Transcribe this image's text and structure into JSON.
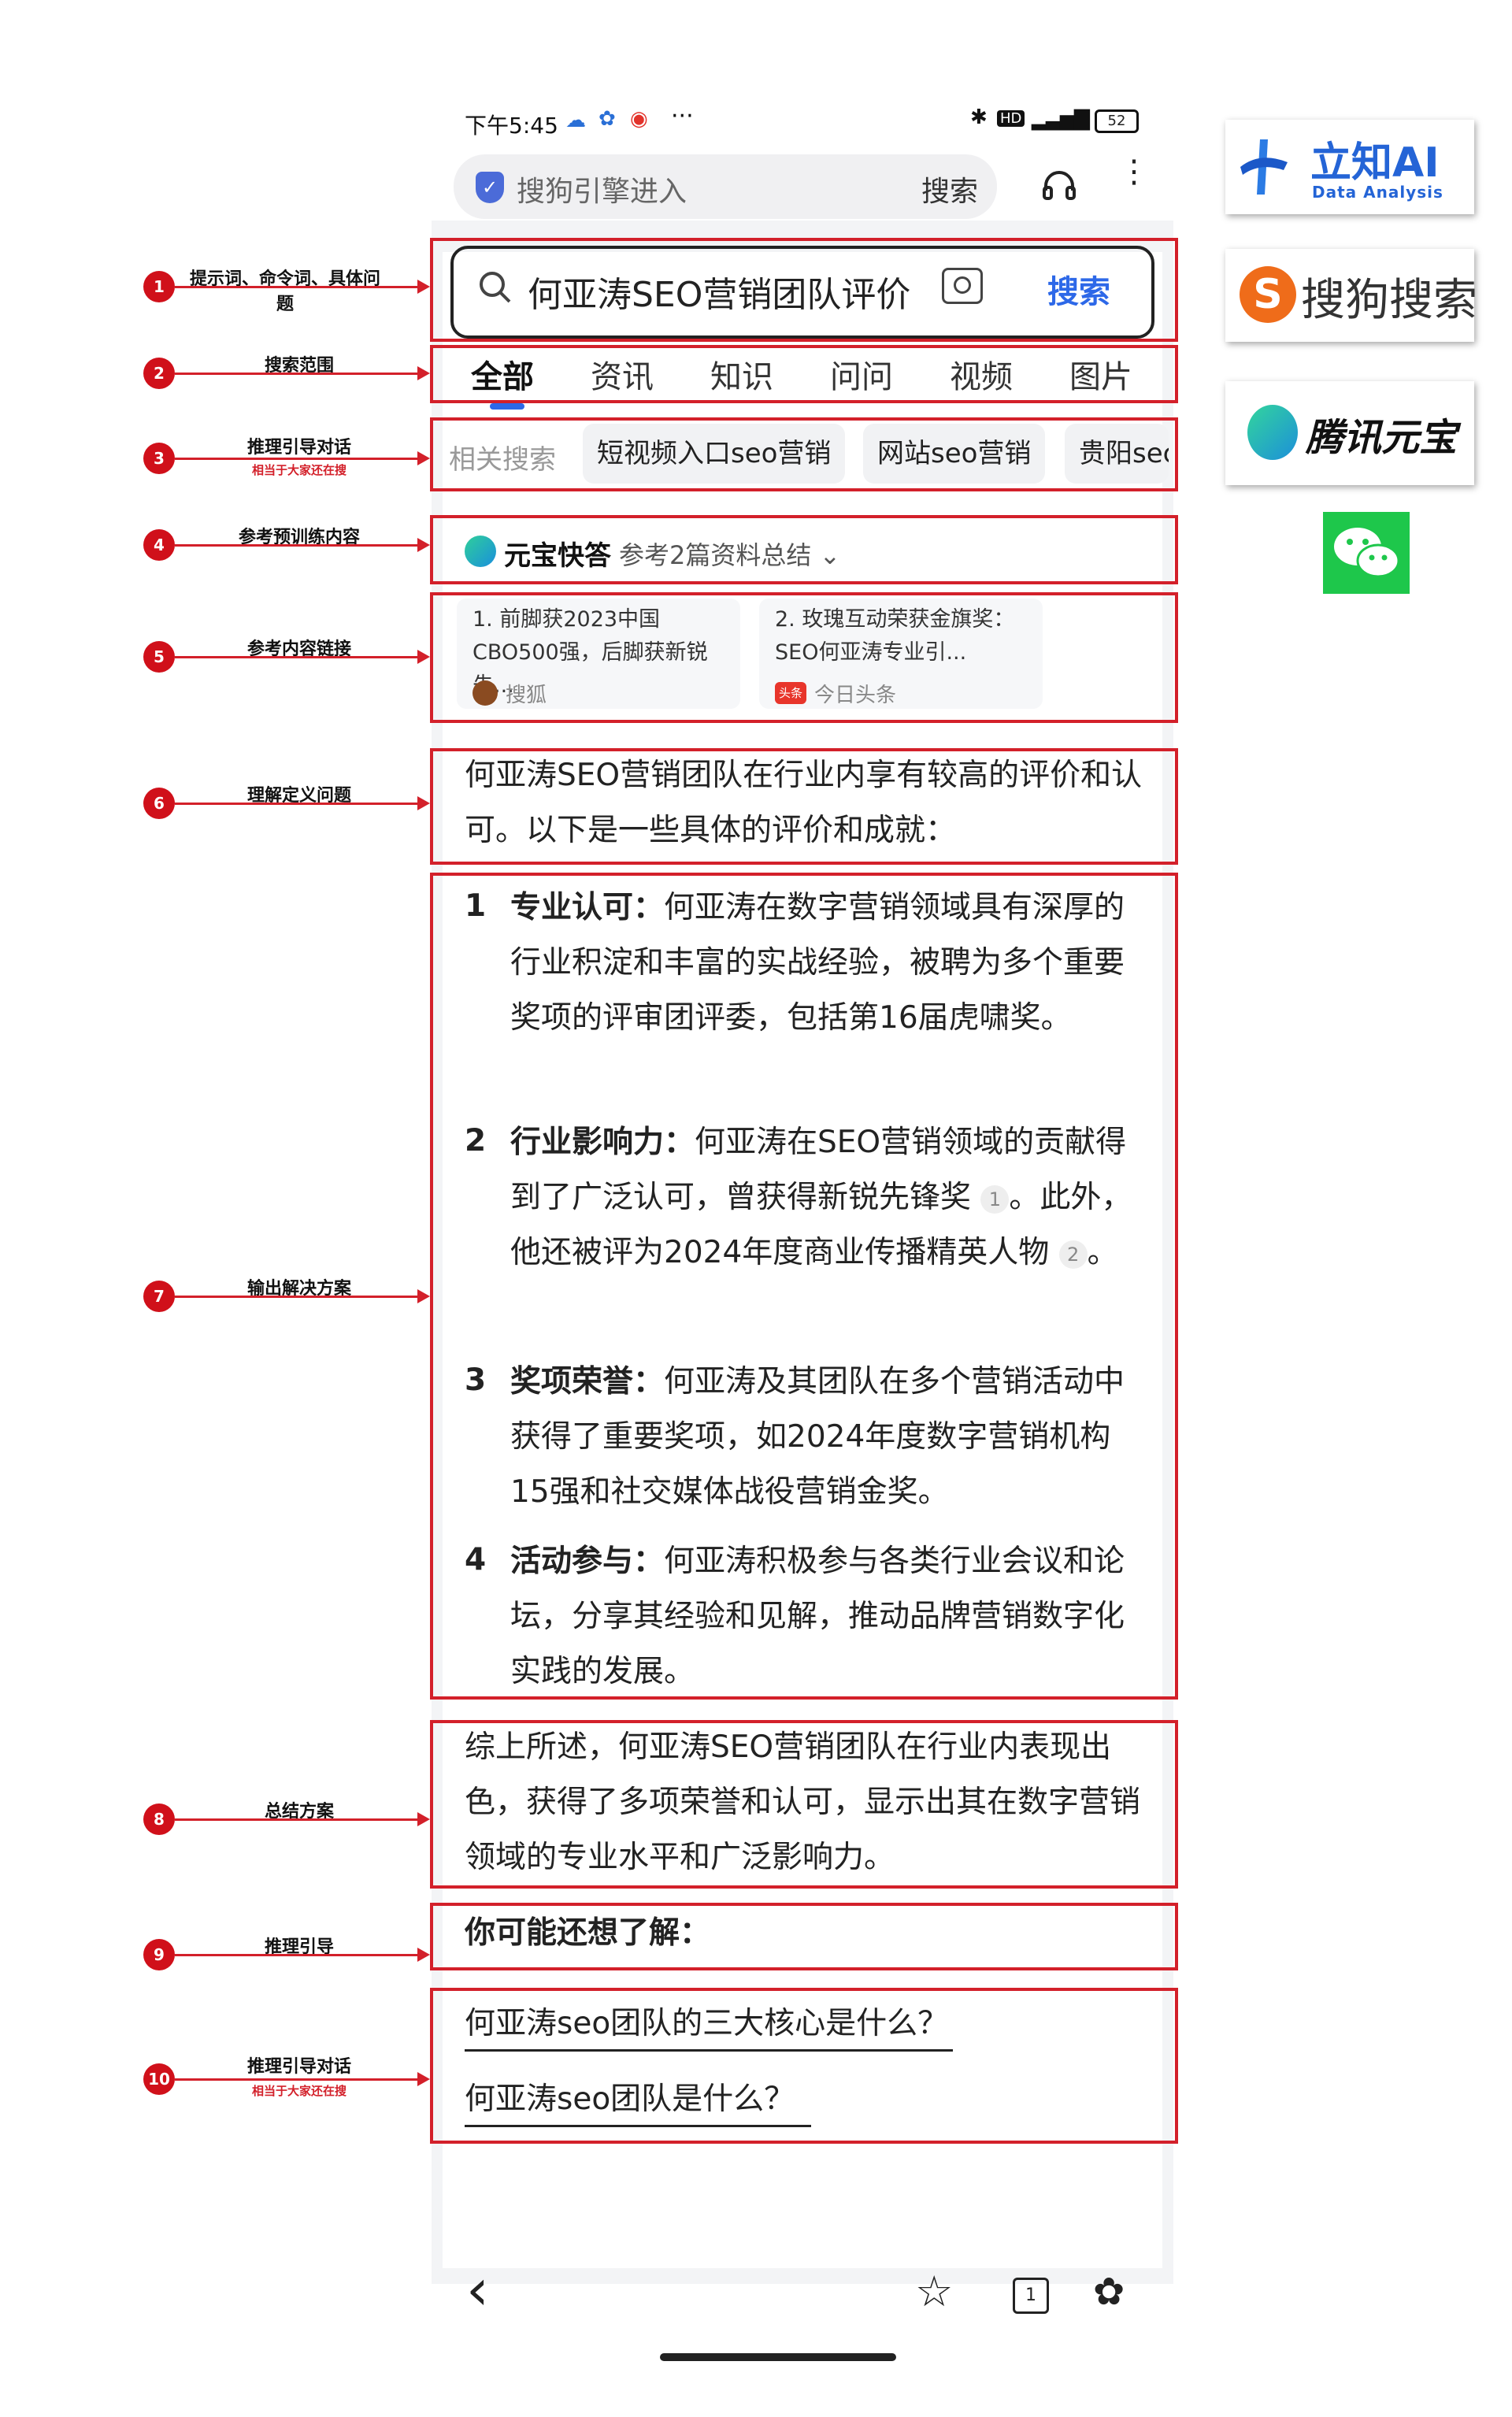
{
  "status_bar": {
    "time": "下午5:45",
    "dots": "···",
    "right_icons": "HD 5G",
    "battery": "52"
  },
  "url_bar": {
    "text": "搜狗引擎进入",
    "search": "搜索",
    "more": "⋮"
  },
  "search": {
    "query": "何亚涛SEO营销团队评价",
    "button": "搜索"
  },
  "tabs": [
    "全部",
    "资讯",
    "知识",
    "问问",
    "视频",
    "图片"
  ],
  "related": {
    "label": "相关搜索",
    "chips": [
      "短视频入口seo营销",
      "网站seo营销",
      "贵阳sec"
    ]
  },
  "yuanbao": {
    "name": "元宝快答",
    "ref": "参考2篇资料总结 ⌄"
  },
  "refs": [
    {
      "title": "1. 前脚获2023中国CBO500强，后脚获新锐先...",
      "source": "搜狐"
    },
    {
      "title": "2. 玫瑰互动荣获金旗奖：SEO何亚涛专业引...",
      "source": "今日头条",
      "badge": "头条"
    }
  ],
  "answer": {
    "intro": "何亚涛SEO营销团队在行业内享有较高的评价和认可。以下是一些具体的评价和成就：",
    "items": [
      {
        "num": "1",
        "title": "专业认可：",
        "text": "何亚涛在数字营销领域具有深厚的行业积淀和丰富的实战经验，被聘为多个重要奖项的评审团评委，包括第16届虎啸奖。"
      },
      {
        "num": "2",
        "title": "行业影响力：",
        "text_a": "何亚涛在SEO营销领域的贡献得到了广泛认可，曾获得新锐先锋奖",
        "cite_a": "1",
        "text_b": "。此外，他还被评为2024年度商业传播精英人物",
        "cite_b": "2",
        "text_c": "。"
      },
      {
        "num": "3",
        "title": "奖项荣誉：",
        "text": "何亚涛及其团队在多个营销活动中获得了重要奖项，如2024年度数字营销机构15强和社交媒体战役营销金奖。"
      },
      {
        "num": "4",
        "title": "活动参与：",
        "text": "何亚涛积极参与各类行业会议和论坛，分享其经验和见解，推动品牌营销数字化实践的发展。"
      }
    ],
    "summary": "综上所述，何亚涛SEO营销团队在行业内表现出色，获得了多项荣誉和认可，显示出其在数字营销领域的专业水平和广泛影响力。",
    "more_title": "你可能还想了解：",
    "questions": [
      "何亚涛seo团队的三大核心是什么？",
      "何亚涛seo团队是什么？"
    ]
  },
  "bottom_bar": {
    "back": "‹",
    "star": "☆",
    "tabs_count": "1"
  },
  "annotations": [
    {
      "num": "1",
      "label": "提示词、命令词、具体问题"
    },
    {
      "num": "2",
      "label": "搜索范围"
    },
    {
      "num": "3",
      "label": "推理引导对话",
      "sub": "相当于大家还在搜"
    },
    {
      "num": "4",
      "label": "参考预训练内容"
    },
    {
      "num": "5",
      "label": "参考内容链接"
    },
    {
      "num": "6",
      "label": "理解定义问题"
    },
    {
      "num": "7",
      "label": "输出解决方案"
    },
    {
      "num": "8",
      "label": "总结方案"
    },
    {
      "num": "9",
      "label": "推理引导"
    },
    {
      "num": "10",
      "label": "推理引导对话",
      "sub": "相当于大家还在搜"
    }
  ],
  "logos": {
    "lizhi_name": "立知AI",
    "lizhi_sub": "Data Analysis",
    "sogou": "搜狗搜索",
    "tencent": "腾讯元宝"
  },
  "colors": {
    "accent": "#2d68e8",
    "annotation_red": "#d3202a",
    "wechat_green": "#1ec74b"
  }
}
